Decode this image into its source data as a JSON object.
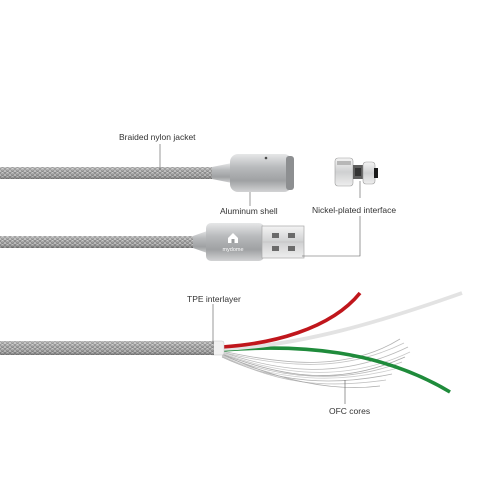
{
  "labels": {
    "braided_jacket": "Braided nylon jacket",
    "aluminum_shell": "Aluminum shell",
    "nickel_interface": "Nickel-plated interface",
    "tpe_interlayer": "TPE interlayer",
    "ofc_cores": "OFC cores"
  },
  "brand": "mydome",
  "colors": {
    "jacket": "#9a9a9a",
    "shell": "#b4b6b8",
    "connector_metal": "#e7e7e7",
    "wire_red": "#c0161c",
    "wire_white": "#e9e9e9",
    "wire_green": "#1f8b3b",
    "strands": "#b8b8b8",
    "leader": "#555555"
  }
}
